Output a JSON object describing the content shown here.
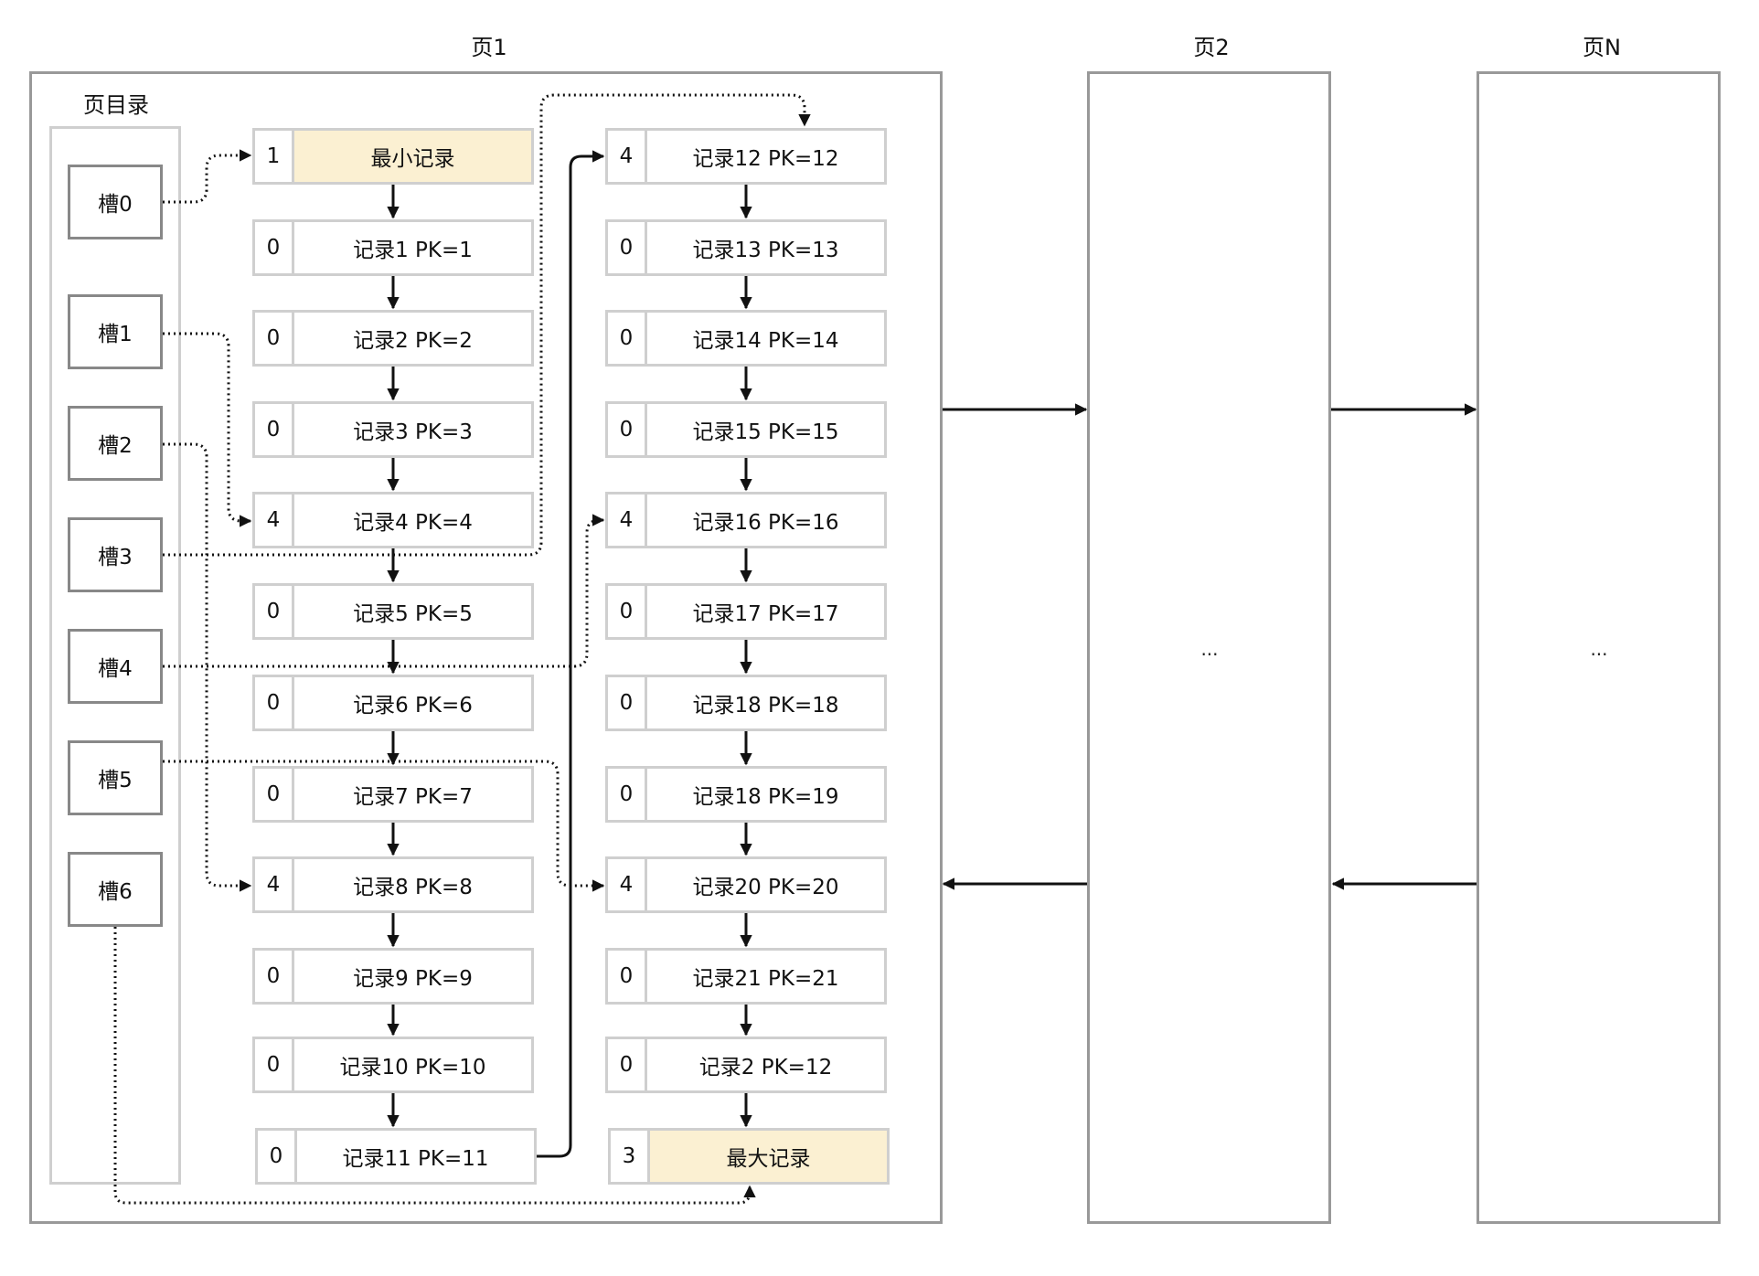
{
  "pages": [
    {
      "title": "页1",
      "content": ""
    },
    {
      "title": "页2",
      "content": "..."
    },
    {
      "title": "页N",
      "content": "..."
    }
  ],
  "directory": {
    "title": "页目录",
    "slots": [
      "槽0",
      "槽1",
      "槽2",
      "槽3",
      "槽4",
      "槽5",
      "槽6"
    ]
  },
  "records_left": [
    {
      "n_owned": "1",
      "label": "最小记录",
      "special": true
    },
    {
      "n_owned": "0",
      "label": "记录1 PK=1"
    },
    {
      "n_owned": "0",
      "label": "记录2 PK=2"
    },
    {
      "n_owned": "0",
      "label": "记录3 PK=3"
    },
    {
      "n_owned": "4",
      "label": "记录4 PK=4"
    },
    {
      "n_owned": "0",
      "label": "记录5 PK=5"
    },
    {
      "n_owned": "0",
      "label": "记录6 PK=6"
    },
    {
      "n_owned": "0",
      "label": "记录7 PK=7"
    },
    {
      "n_owned": "4",
      "label": "记录8 PK=8"
    },
    {
      "n_owned": "0",
      "label": "记录9 PK=9"
    },
    {
      "n_owned": "0",
      "label": "记录10 PK=10"
    },
    {
      "n_owned": "0",
      "label": "记录11 PK=11"
    }
  ],
  "records_right": [
    {
      "n_owned": "4",
      "label": "记录12 PK=12"
    },
    {
      "n_owned": "0",
      "label": "记录13 PK=13"
    },
    {
      "n_owned": "0",
      "label": "记录14 PK=14"
    },
    {
      "n_owned": "0",
      "label": "记录15 PK=15"
    },
    {
      "n_owned": "4",
      "label": "记录16 PK=16"
    },
    {
      "n_owned": "0",
      "label": "记录17 PK=17"
    },
    {
      "n_owned": "0",
      "label": "记录18 PK=18"
    },
    {
      "n_owned": "0",
      "label": "记录18 PK=19"
    },
    {
      "n_owned": "4",
      "label": "记录20 PK=20"
    },
    {
      "n_owned": "0",
      "label": "记录21 PK=21"
    },
    {
      "n_owned": "0",
      "label": "记录2 PK=12"
    },
    {
      "n_owned": "3",
      "label": "最大记录",
      "special": true
    }
  ],
  "colors": {
    "frame": "#999999",
    "record_border": "#cfcfcf",
    "special_fill": "#fbf0d2",
    "arrow": "#111111"
  }
}
